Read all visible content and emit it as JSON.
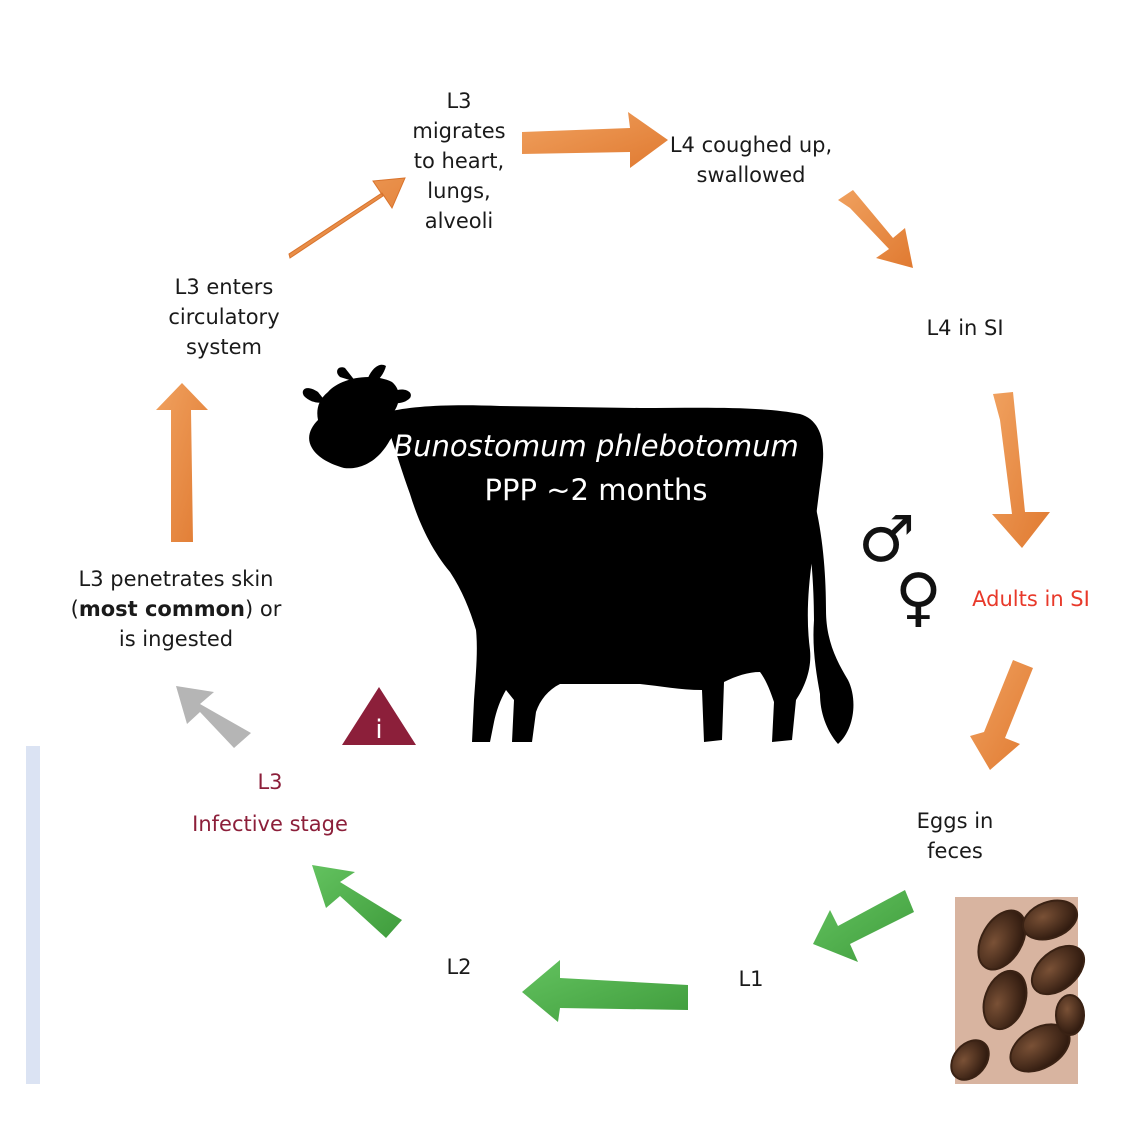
{
  "diagram": {
    "center": {
      "species": "Bunostomum phlebotomum",
      "ppp": "PPP ~2 months"
    },
    "stages": {
      "l3_migrates": [
        "L3",
        "migrates",
        "to heart,",
        "lungs,",
        "alveoli"
      ],
      "l4_coughed": [
        "L4 coughed up,",
        "swallowed"
      ],
      "l4_si": "L4 in SI",
      "adults_si": "Adults in SI",
      "eggs_feces": [
        "Eggs in",
        "feces"
      ],
      "l1": "L1",
      "l2": "L2",
      "l3": "L3",
      "infective_stage": "Infective stage",
      "l3_penetrates": {
        "line1": "L3 penetrates skin",
        "open_paren": "(",
        "bold": "most common",
        "after_bold": ") or",
        "line3": "is ingested"
      },
      "l3_enters": [
        "L3 enters",
        "circulatory",
        "system"
      ]
    },
    "warning_icon": {
      "icon": "warning-triangle-icon",
      "letter": "i"
    },
    "symbols": {
      "male": "♂",
      "female": "♀"
    },
    "colors": {
      "host_arrow": "#e8843f",
      "external_arrow": "#4caf50",
      "transition_arrow": "#b5b5b5",
      "adults_text": "#e8392a",
      "infective_text": "#8c1f3a",
      "warning": "#8c1f3a"
    }
  }
}
